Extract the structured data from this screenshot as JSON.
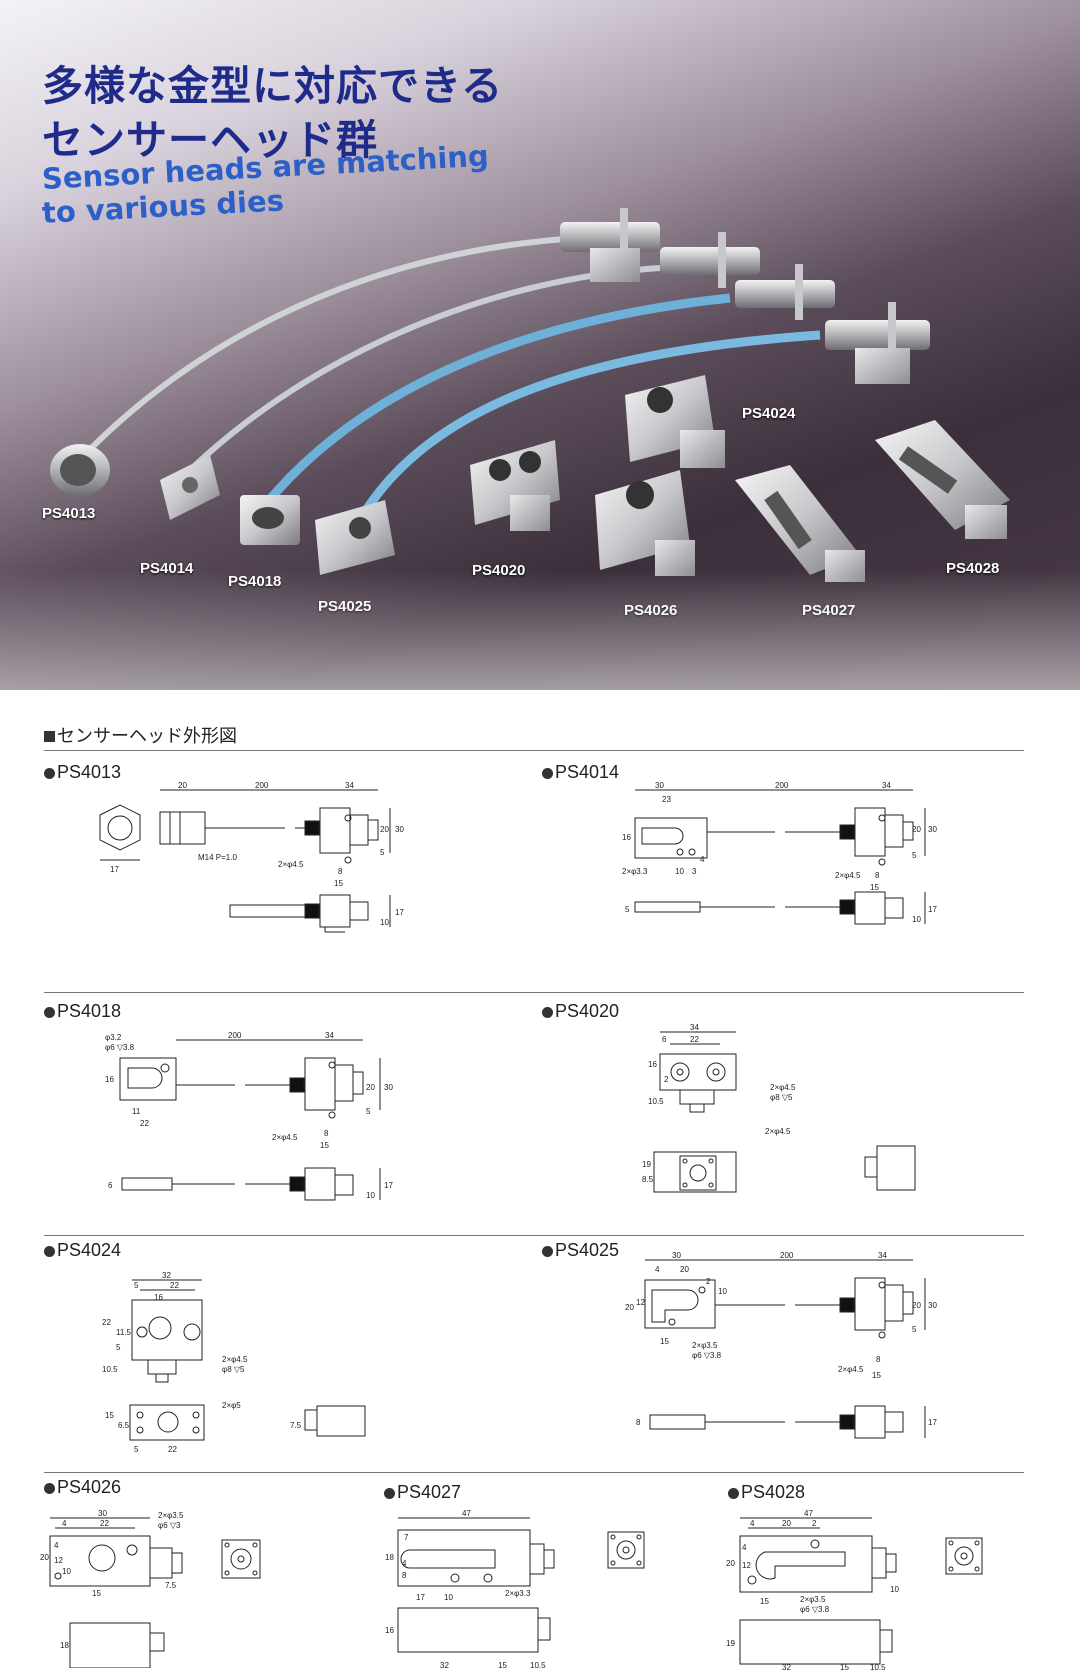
{
  "hero": {
    "title_jp_line1": "多様な金型に対応できる",
    "title_jp_line2": "センサーヘッド群",
    "title_en_line1": "Sensor heads are matching",
    "title_en_line2": "to various dies",
    "photo_labels": [
      "PS4013",
      "PS4014",
      "PS4018",
      "PS4025",
      "PS4020",
      "PS4024",
      "PS4026",
      "PS4027",
      "PS4028"
    ]
  },
  "drawings": {
    "section_title": "センサーヘッド外形図",
    "models": [
      {
        "id": "PS4013",
        "dims": [
          "20",
          "200",
          "34",
          "17",
          "M14 P=1.0",
          "2×φ4.5",
          "8",
          "15",
          "20",
          "30",
          "5",
          "17",
          "10"
        ]
      },
      {
        "id": "PS4014",
        "dims": [
          "30",
          "23",
          "200",
          "34",
          "16",
          "2×φ3.3",
          "10",
          "3",
          "4",
          "2×φ4.5",
          "8",
          "15",
          "20",
          "30",
          "5",
          "5",
          "17",
          "10"
        ]
      },
      {
        "id": "PS4018",
        "dims": [
          "φ3.2",
          "φ6 ▽3.8",
          "200",
          "34",
          "16",
          "11",
          "22",
          "2×φ4.5",
          "8",
          "15",
          "20",
          "30",
          "5",
          "6",
          "17",
          "10"
        ]
      },
      {
        "id": "PS4020",
        "dims": [
          "34",
          "22",
          "6",
          "16",
          "2",
          "10.5",
          "2×φ4.5",
          "φ8 ▽5",
          "2×φ4.5",
          "19",
          "8.5"
        ]
      },
      {
        "id": "PS4024",
        "dims": [
          "32",
          "22",
          "5",
          "16",
          "22",
          "11.5",
          "5",
          "10.5",
          "2×φ4.5",
          "φ8 ▽5",
          "15",
          "6.5",
          "2×φ5",
          "5",
          "22",
          "7.5"
        ]
      },
      {
        "id": "PS4025",
        "dims": [
          "30",
          "4",
          "20",
          "200",
          "34",
          "2",
          "20",
          "12",
          "10",
          "2×φ3.5",
          "φ6 ▽3.8",
          "15",
          "2×φ4.5",
          "8",
          "15",
          "20",
          "30",
          "5",
          "8",
          "17"
        ]
      },
      {
        "id": "PS4026",
        "dims": [
          "30",
          "4",
          "22",
          "2×φ3.5",
          "φ6 ▽3",
          "20",
          "4",
          "12",
          "10",
          "15",
          "7.5",
          "18"
        ]
      },
      {
        "id": "PS4027",
        "dims": [
          "47",
          "7",
          "18",
          "4",
          "8",
          "17",
          "10",
          "2×φ3.3",
          "16",
          "32",
          "15",
          "10.5"
        ]
      },
      {
        "id": "PS4028",
        "dims": [
          "47",
          "4",
          "20",
          "2",
          "20",
          "4",
          "12",
          "10",
          "15",
          "2×φ3.5",
          "φ6 ▽3.8",
          "19",
          "32",
          "15",
          "10.5"
        ]
      }
    ]
  }
}
